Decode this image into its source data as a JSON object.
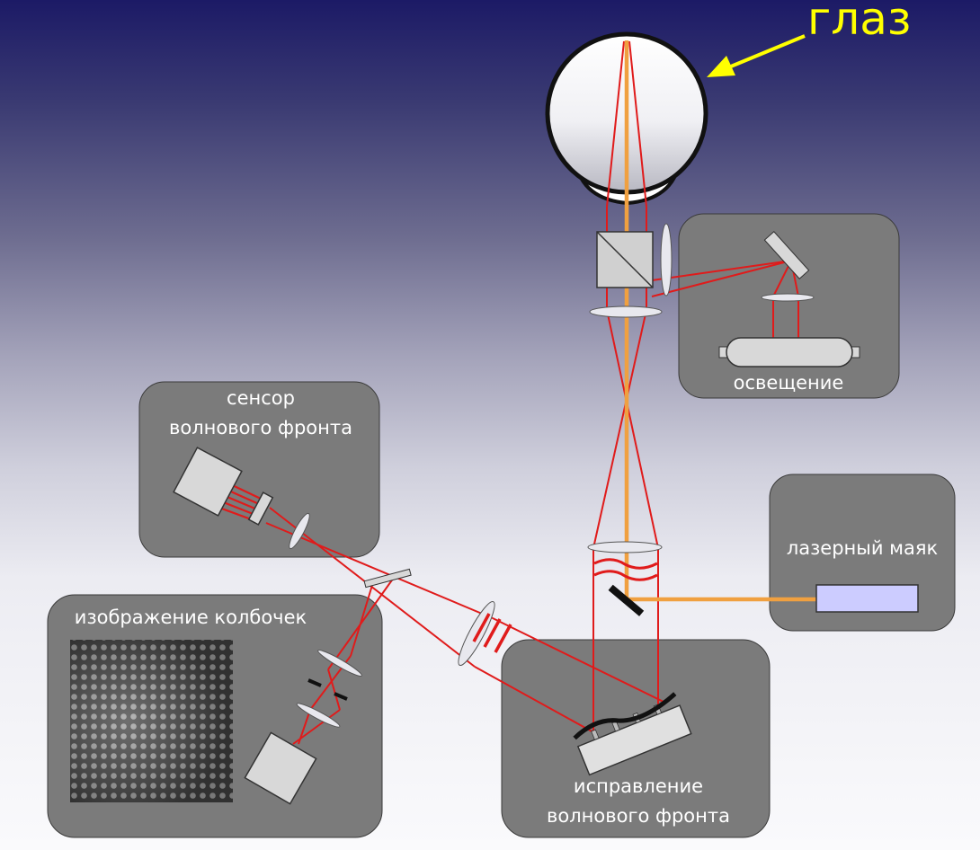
{
  "labels": {
    "eye": "глаз",
    "illumination": "освещение",
    "sensor_line1": "сенсор",
    "sensor_line2": "волнового фронта",
    "laser": "лазерный маяк",
    "cones": "изображение колбочек",
    "correction_line1": "исправление",
    "correction_line2": "волнового фронта"
  },
  "colors": {
    "panel": "#7b7b7b",
    "beam_red": "#e01b1b",
    "beam_orange": "#f0a040",
    "eye_label": "#ffff00",
    "laser_source": "#ccccff"
  }
}
